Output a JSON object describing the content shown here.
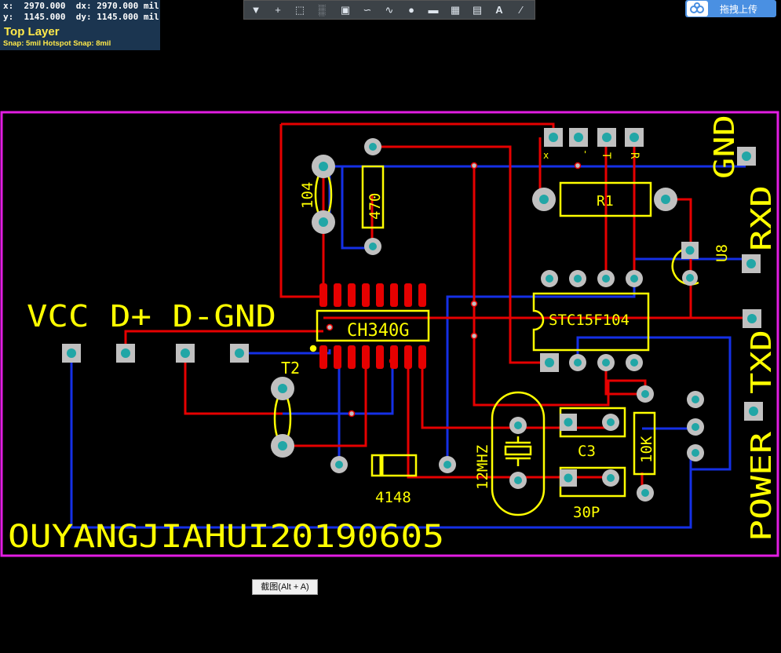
{
  "coords": {
    "x_label": "x:",
    "x_value": "2970.000",
    "dx_label": "dx:",
    "dx_value": "2970.000 mil",
    "y_label": "y:",
    "y_value": "1145.000",
    "dy_label": "dy:",
    "dy_value": "1145.000 mil"
  },
  "layer": "Top Layer",
  "snap": "Snap: 5mil Hotspot Snap: 8mil",
  "toolbar": {
    "icons": [
      "filter-icon",
      "crosshair-icon",
      "select-rect-icon",
      "chart-icon",
      "component-icon",
      "route-icon",
      "wave-icon",
      "pin-icon",
      "layers-icon",
      "graph-icon",
      "image-icon",
      "text-icon",
      "line-icon"
    ],
    "text_tool": "A"
  },
  "upload_button": "拖拽上传",
  "screenshot_tooltip": "截图(Alt + A)",
  "pcb": {
    "labels": {
      "vcc": "VCC",
      "dplus": "D+",
      "dminus": "D-",
      "gnd_left": "GND",
      "ch340": "CH340G",
      "stc": "STC15F104",
      "r1": "R1",
      "r_470": "470",
      "c_104": "104",
      "t2": "T2",
      "crystal": "12MHZ",
      "c3": "C3",
      "c_30p": "30P",
      "r_10k": "10K",
      "d_4148": "4148",
      "u8": "U8",
      "gnd_right": "GND",
      "rxd": "RXD",
      "txd": "TXD",
      "power": "POWER",
      "pin_x": "x",
      "pin_dash": "-",
      "pin_t": "T",
      "pin_r": "R",
      "author": "OUYANGJIAHUI20190605"
    },
    "colors": {
      "outline": "#e21de2",
      "top_trace": "#e60000",
      "bottom_trace": "#1530e6",
      "silkscreen": "#ffff00",
      "pad": "#c0c0c0",
      "pad_hole": "#21a6a6"
    }
  }
}
